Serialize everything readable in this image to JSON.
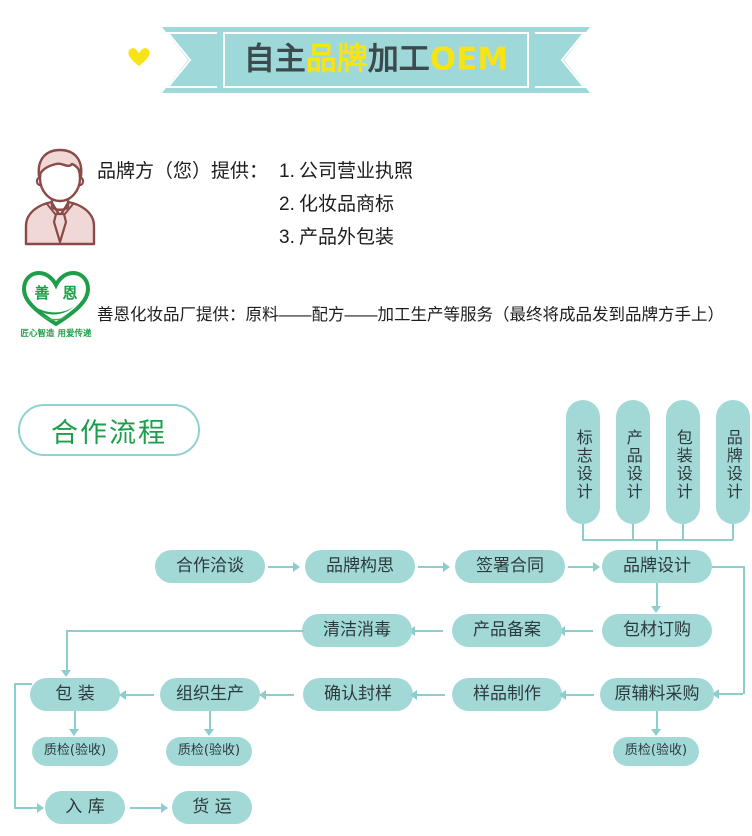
{
  "banner": {
    "title_parts": [
      {
        "text": "自主",
        "highlight": false
      },
      {
        "text": "品牌",
        "highlight": true
      },
      {
        "text": "加工",
        "highlight": false
      },
      {
        "text": "OEM",
        "highlight": true
      }
    ],
    "full_title": "自主品牌加工OEM",
    "ribbon_color": "#9fd8d8",
    "accent_color": "#f7e417",
    "heart_color": "#f7e417"
  },
  "info": {
    "brand_label": "品牌方（您）提供：",
    "brand_items": [
      {
        "num": "1.",
        "text": "公司营业执照"
      },
      {
        "num": "2.",
        "text": "化妆品商标"
      },
      {
        "num": "3.",
        "text": "产品外包装"
      }
    ],
    "logo": {
      "char_left": "善",
      "char_right": "恩",
      "slogan": "匠心智造 用爱传递",
      "color": "#1f9e4a"
    },
    "factory_line": "善恩化妆品厂提供：原料——配方——加工生产等服务（最终将成品发到品牌方手上）"
  },
  "flow": {
    "section_title": "合作流程",
    "node_color": "#a2d9d7",
    "line_color": "#8ccdcd",
    "text_color": "#2d3a3d",
    "design_column": [
      "标志设计",
      "产品设计",
      "包装设计",
      "品牌设计"
    ],
    "row1": [
      "合作洽谈",
      "品牌构思",
      "签署合同",
      "品牌设计"
    ],
    "row2": [
      "清洁消毒",
      "产品备案",
      "包材订购"
    ],
    "row3": [
      "包 装",
      "组织生产",
      "确认封样",
      "样品制作",
      "原辅料采购"
    ],
    "row4": [
      "质检(验收)",
      "质检(验收)",
      "质检(验收)"
    ],
    "row5": [
      "入 库",
      "货 运"
    ]
  }
}
